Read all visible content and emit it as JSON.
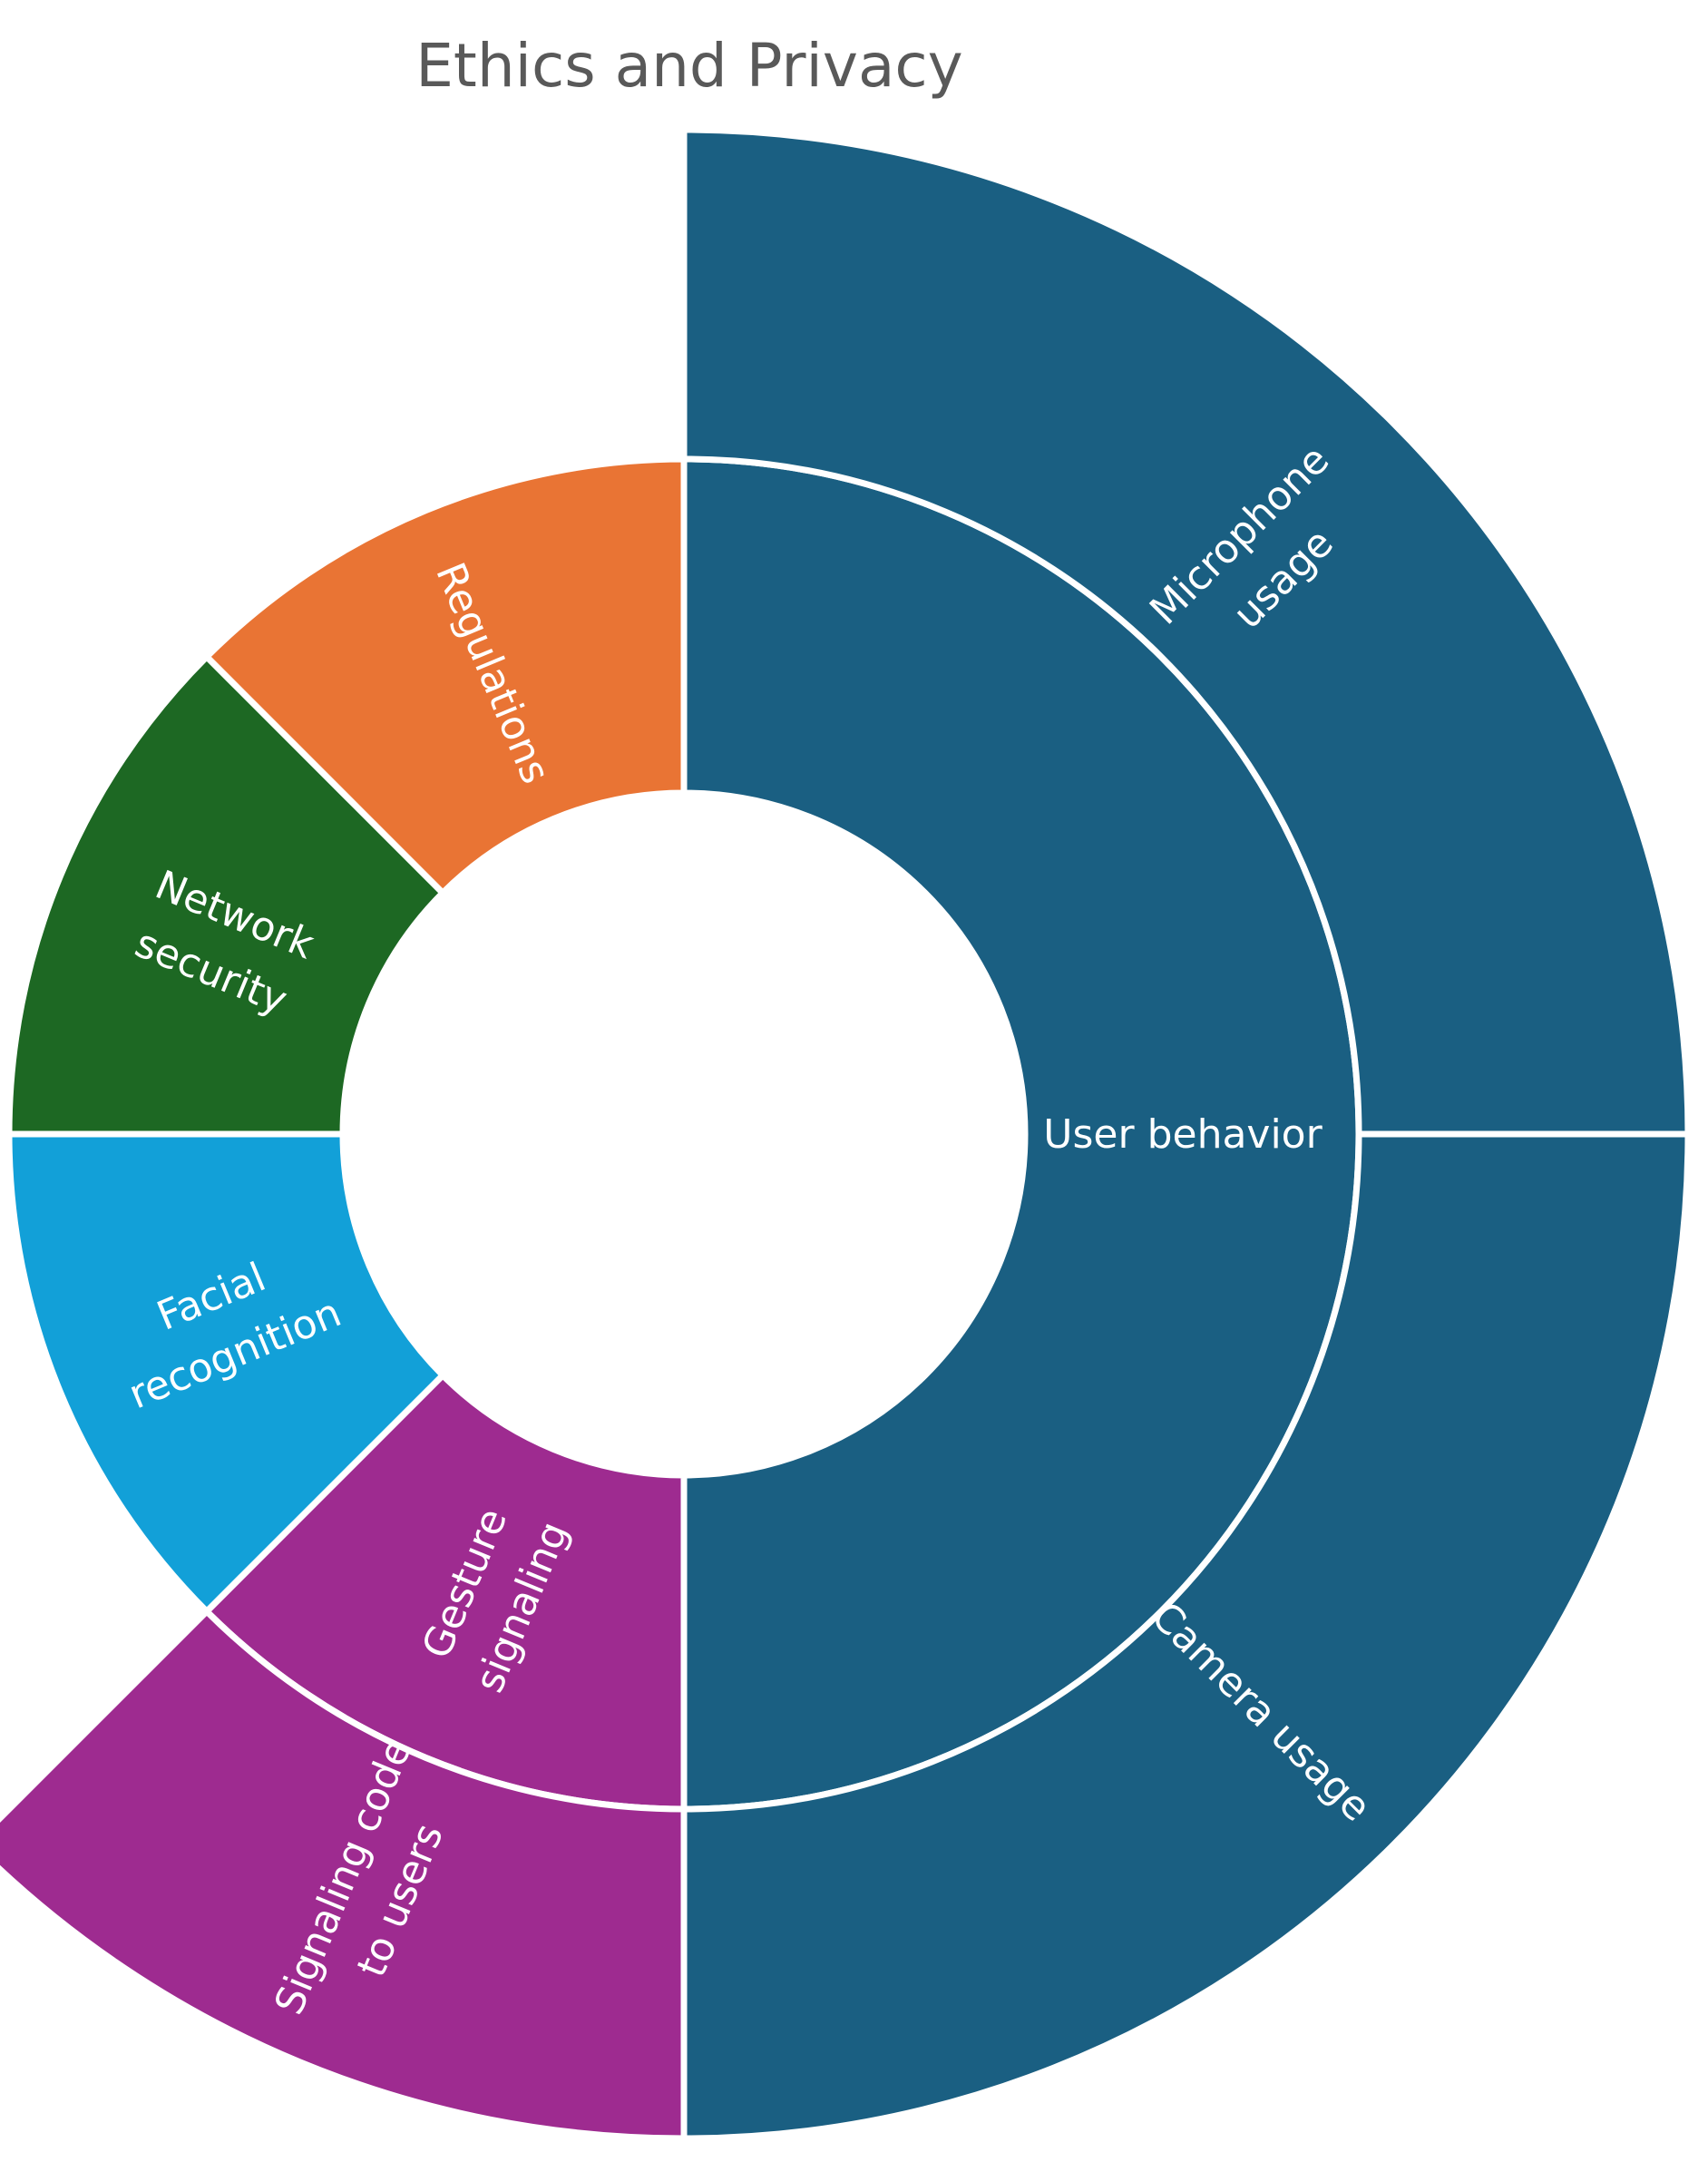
{
  "chart_data": {
    "type": "sunburst",
    "title": "Ethics and Privacy",
    "start": "top",
    "direction": "clockwise",
    "rings": [
      {
        "level": 1,
        "segments": [
          {
            "label": "User behavior",
            "value": 40,
            "color": "#1a5f82",
            "label_lines": [
              "User behavior"
            ]
          },
          {
            "label": "Gesture signaling",
            "value": 10,
            "color": "#9e2b90",
            "label_lines": [
              "Gesture",
              "signaling"
            ]
          },
          {
            "label": "Facial recognition",
            "value": 10,
            "color": "#12a0d8",
            "label_lines": [
              "Facial",
              "recognition"
            ]
          },
          {
            "label": "Network security",
            "value": 10,
            "color": "#1d6823",
            "label_lines": [
              "Network",
              "security"
            ]
          },
          {
            "label": "Regulations",
            "value": 10,
            "color": "#e97434",
            "label_lines": [
              "Regulations"
            ]
          }
        ]
      },
      {
        "level": 2,
        "segments": [
          {
            "label": "Microphone usage",
            "parent": "User behavior",
            "value": 20,
            "color": "#1a5f82",
            "label_lines": [
              "Microphone",
              "usage"
            ]
          },
          {
            "label": "Camera usage",
            "parent": "User behavior",
            "value": 20,
            "color": "#1a5f82",
            "label_lines": [
              "Camera usage"
            ]
          },
          {
            "label": "Signaling code to users",
            "parent": "Gesture signaling",
            "value": 10,
            "color": "#9e2b90",
            "label_lines": [
              "Signaling code",
              "to users"
            ]
          }
        ]
      }
    ]
  }
}
